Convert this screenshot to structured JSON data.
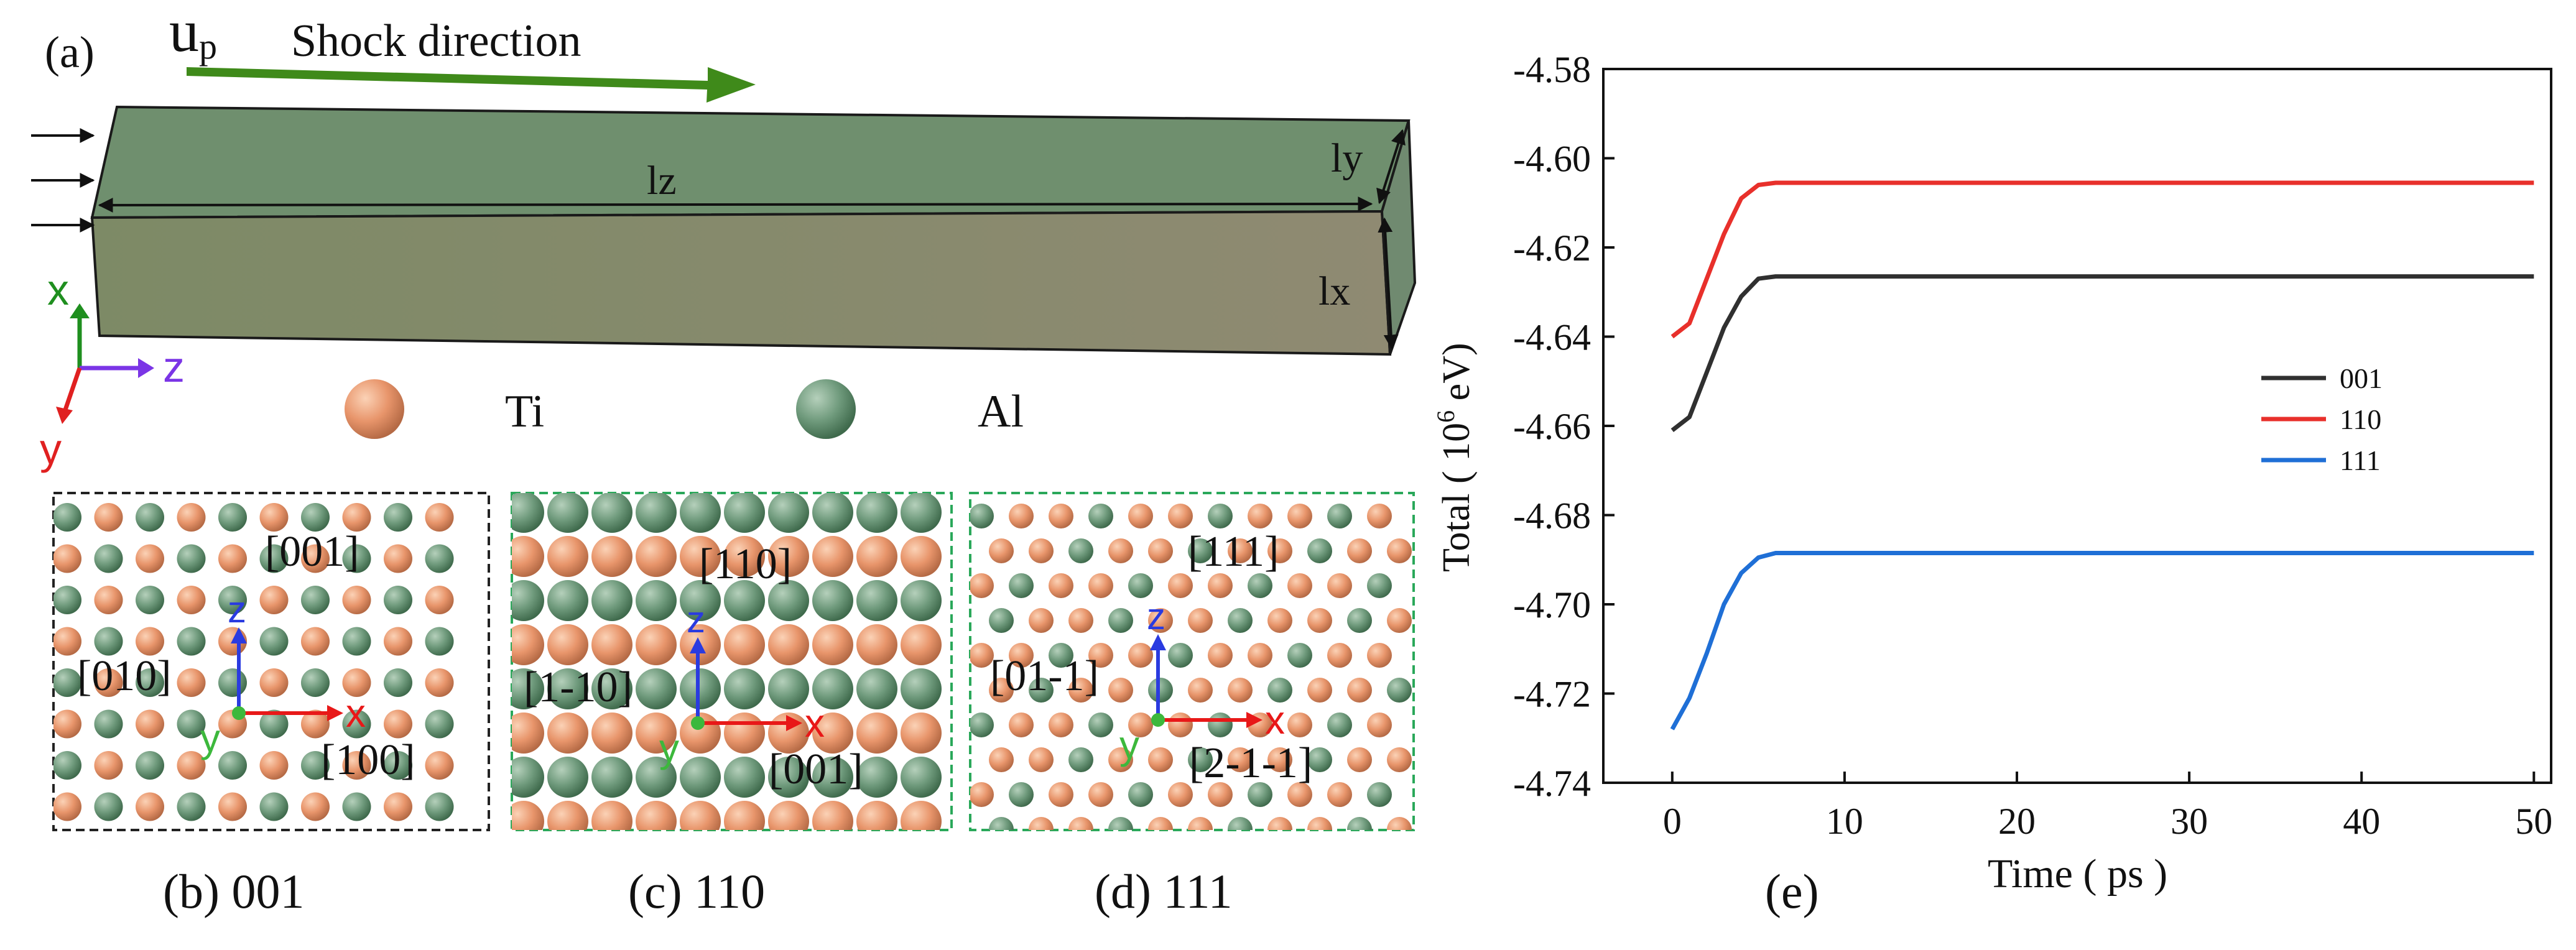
{
  "panel_a": {
    "tag": "(a)",
    "velocity_symbol": "u",
    "velocity_subscript": "p",
    "shock_label": "Shock direction",
    "dim_lz": "lz",
    "dim_ly": "ly",
    "dim_lx": "lx",
    "axis_x": "x",
    "axis_y": "y",
    "axis_z": "z",
    "legend_ti": "Ti",
    "legend_al": "Al"
  },
  "panels": [
    {
      "caption": "(b) 001",
      "dir_up": "[001]",
      "dir_left": "[010]",
      "dir_right": "[100]"
    },
    {
      "caption": "(c) 110",
      "dir_up": "[110]",
      "dir_left": "[1-10]",
      "dir_right": "[001]"
    },
    {
      "caption": "(d) 111",
      "dir_up": "[111]",
      "dir_left": "[01-1]",
      "dir_right": "[2-1-1]"
    }
  ],
  "crystal_axes": {
    "z": "z",
    "x": "x",
    "y": "y"
  },
  "colors": {
    "ti": "#e8956b",
    "al": "#6f9a7c",
    "slab_top": "#6f8f6e",
    "slab_side": "#8e9470",
    "arrow_green": "#3f8a1a",
    "axis_x_green": "#1f8f1f",
    "axis_y_red": "#e02020",
    "axis_z_purple": "#7b35e6",
    "box_green": "#2aa85a",
    "crystal_z_blue": "#2a3be0",
    "crystal_x_red": "#e81818",
    "crystal_y_green": "#3cb83c"
  },
  "chart_data": {
    "type": "line",
    "tag": "(e)",
    "xlabel": "Time ( ps )",
    "ylabel_prefix": "Total ( 10",
    "ylabel_sup": "6",
    "ylabel_unit": " eV)",
    "xlim": [
      -4,
      51
    ],
    "ylim": [
      -4.74,
      -4.58
    ],
    "xticks": [
      0,
      10,
      20,
      30,
      40,
      50
    ],
    "yticks": [
      -4.74,
      -4.72,
      -4.7,
      -4.68,
      -4.66,
      -4.64,
      -4.62,
      -4.6,
      -4.58
    ],
    "xtick_labels": [
      "0",
      "10",
      "20",
      "30",
      "40",
      "50"
    ],
    "ytick_labels": [
      "-4.74",
      "-4.72",
      "-4.70",
      "-4.68",
      "-4.66",
      "-4.64",
      "-4.62",
      "-4.60",
      "-4.58"
    ],
    "legend_position": "right",
    "series": [
      {
        "name": "001",
        "color": "#303030",
        "x": [
          0,
          1,
          2,
          3,
          4,
          5,
          6,
          10,
          20,
          30,
          40,
          50
        ],
        "y": [
          -4.661,
          -4.658,
          -4.648,
          -4.638,
          -4.631,
          -4.627,
          -4.6265,
          -4.6265,
          -4.6265,
          -4.6265,
          -4.6265,
          -4.6265
        ]
      },
      {
        "name": "110",
        "color": "#e8302b",
        "x": [
          0,
          1,
          2,
          3,
          4,
          5,
          6,
          10,
          20,
          30,
          40,
          50
        ],
        "y": [
          -4.64,
          -4.637,
          -4.627,
          -4.617,
          -4.609,
          -4.606,
          -4.6055,
          -4.6055,
          -4.6055,
          -4.6055,
          -4.6055,
          -4.6055
        ]
      },
      {
        "name": "111",
        "color": "#1f6fd6",
        "x": [
          0,
          1,
          2,
          3,
          4,
          5,
          6,
          10,
          20,
          30,
          40,
          50
        ],
        "y": [
          -4.728,
          -4.721,
          -4.711,
          -4.7,
          -4.693,
          -4.6895,
          -4.6885,
          -4.6885,
          -4.6885,
          -4.6885,
          -4.6885,
          -4.6885
        ]
      }
    ]
  }
}
